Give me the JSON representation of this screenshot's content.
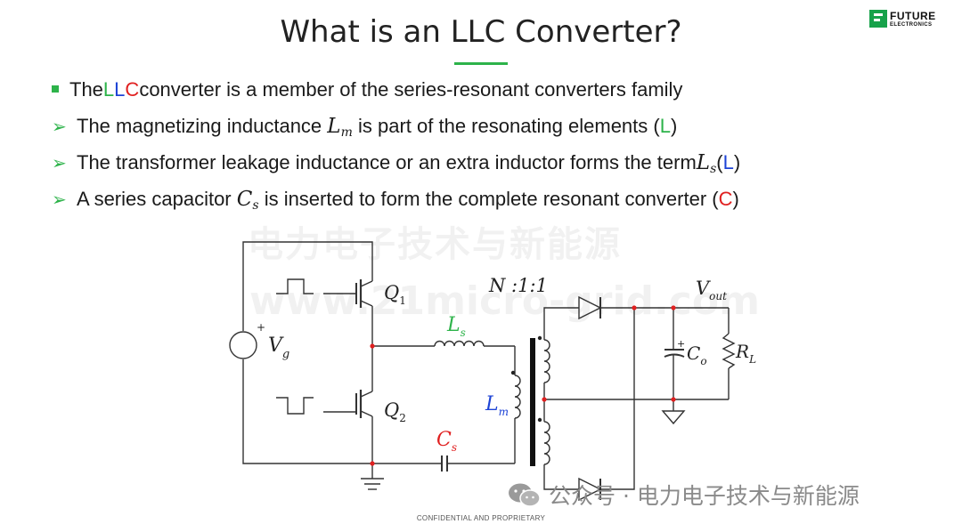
{
  "slide": {
    "title": "What is an LLC Converter?",
    "footer": "CONFIDENTIAL AND PROPRIETARY"
  },
  "logo": {
    "line1": "FUTURE",
    "line2": "ELECTRONICS",
    "brand_color": "#17a24a"
  },
  "bullets": [
    {
      "pre": "The ",
      "l1": "L",
      "l2": "L",
      "c": "C",
      "post": " converter is a member of the series-resonant converters family"
    },
    {
      "pre": "The magnetizing inductance ",
      "sym": "L",
      "sub": "m",
      "post": " is part of the resonating elements (",
      "tag": "L",
      "close": ")"
    },
    {
      "pre": "The transformer leakage inductance or an extra inductor forms the term ",
      "sym": "L",
      "sub": "s",
      "post": " (",
      "tag": "L",
      "close": ")"
    },
    {
      "pre": "A series capacitor ",
      "sym": "C",
      "sub": "s",
      "post": " is inserted to form the complete resonant converter (",
      "tag": "C",
      "close": ")"
    }
  ],
  "circuit": {
    "vg": "V",
    "vg_sub": "g",
    "q1": "Q",
    "q1_sub": "1",
    "q2": "Q",
    "q2_sub": "2",
    "ls": "L",
    "ls_sub": "s",
    "lm": "L",
    "lm_sub": "m",
    "cs": "C",
    "cs_sub": "s",
    "ratio": "N :1:1",
    "vout": "V",
    "vout_sub": "out",
    "co": "C",
    "co_sub": "o",
    "rl": "R",
    "rl_sub": "L",
    "plus": "+",
    "colors": {
      "ls": "#2db34a",
      "lm": "#1d43d6",
      "cs": "#e02020",
      "node": "#e02020"
    }
  },
  "watermarks": {
    "line1": "电力电子技术与新能源",
    "line2": "www.21micro-grid.com",
    "wechat": "公众号 · 电力电子技术与新能源"
  },
  "icons": [
    "bullet-square-icon",
    "arrow-bullet-icon",
    "wechat-icon"
  ]
}
